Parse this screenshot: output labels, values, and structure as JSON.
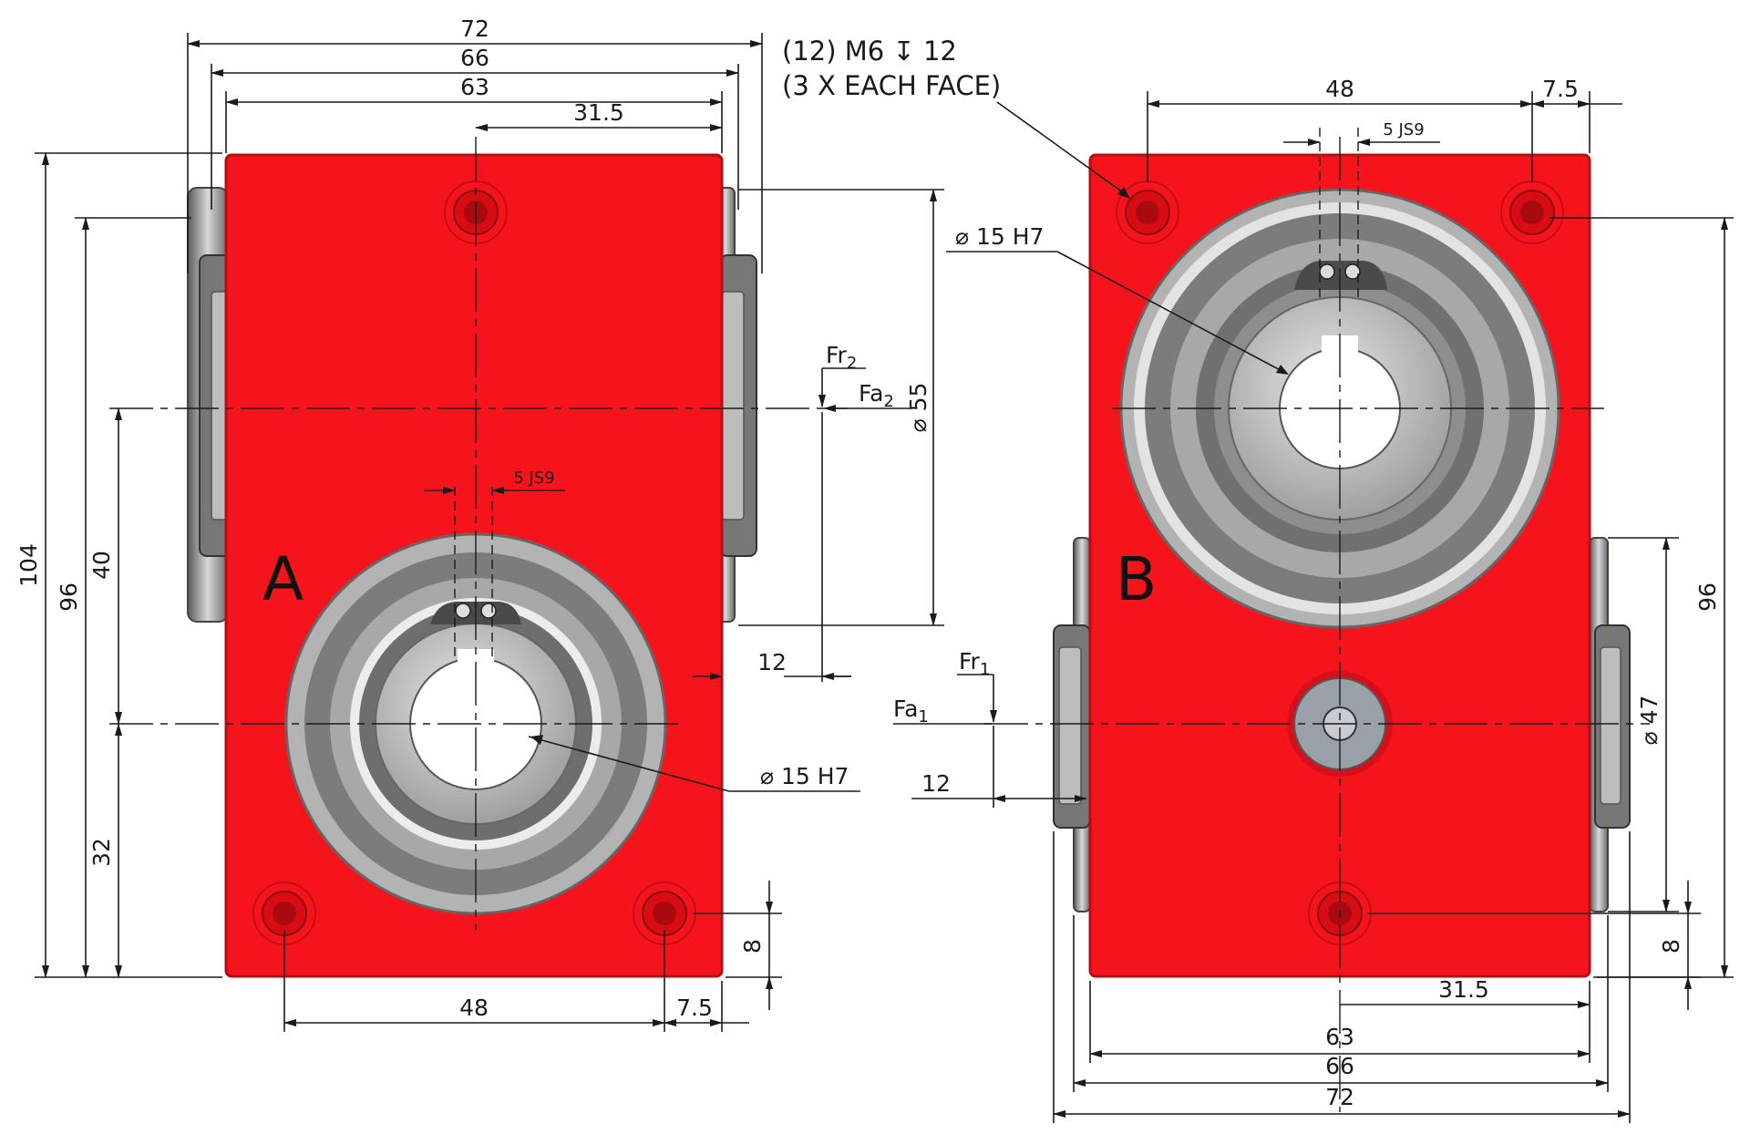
{
  "note": {
    "line1": "(12) M6",
    "depth": "12",
    "line2": "(3 X EACH FACE)"
  },
  "views": {
    "a": "A",
    "b": "B"
  },
  "dims_a": {
    "w72": "72",
    "w66": "66",
    "w63": "63",
    "w31": "31.5",
    "h104": "104",
    "h96": "96",
    "h40": "40",
    "h32": "32",
    "key": "5 JS9",
    "bore": "15 H7",
    "flange": "55",
    "off12": "12",
    "w48": "48",
    "w7": "7.5",
    "h8": "8"
  },
  "dims_b": {
    "w48": "48",
    "w7": "7.5",
    "key": "5 JS9",
    "bore": "15 H7",
    "h96": "96",
    "flange": "47",
    "off12": "12",
    "w31": "31.5",
    "w63": "63",
    "w66": "66",
    "w72": "72",
    "h8": "8"
  },
  "forces": {
    "fr": "Fr",
    "fa": "Fa",
    "s1": "1",
    "s2": "2"
  },
  "colors": {
    "housing": "#f5141c",
    "housing_edge": "#b80d12",
    "steel": "#c6c6c6"
  }
}
